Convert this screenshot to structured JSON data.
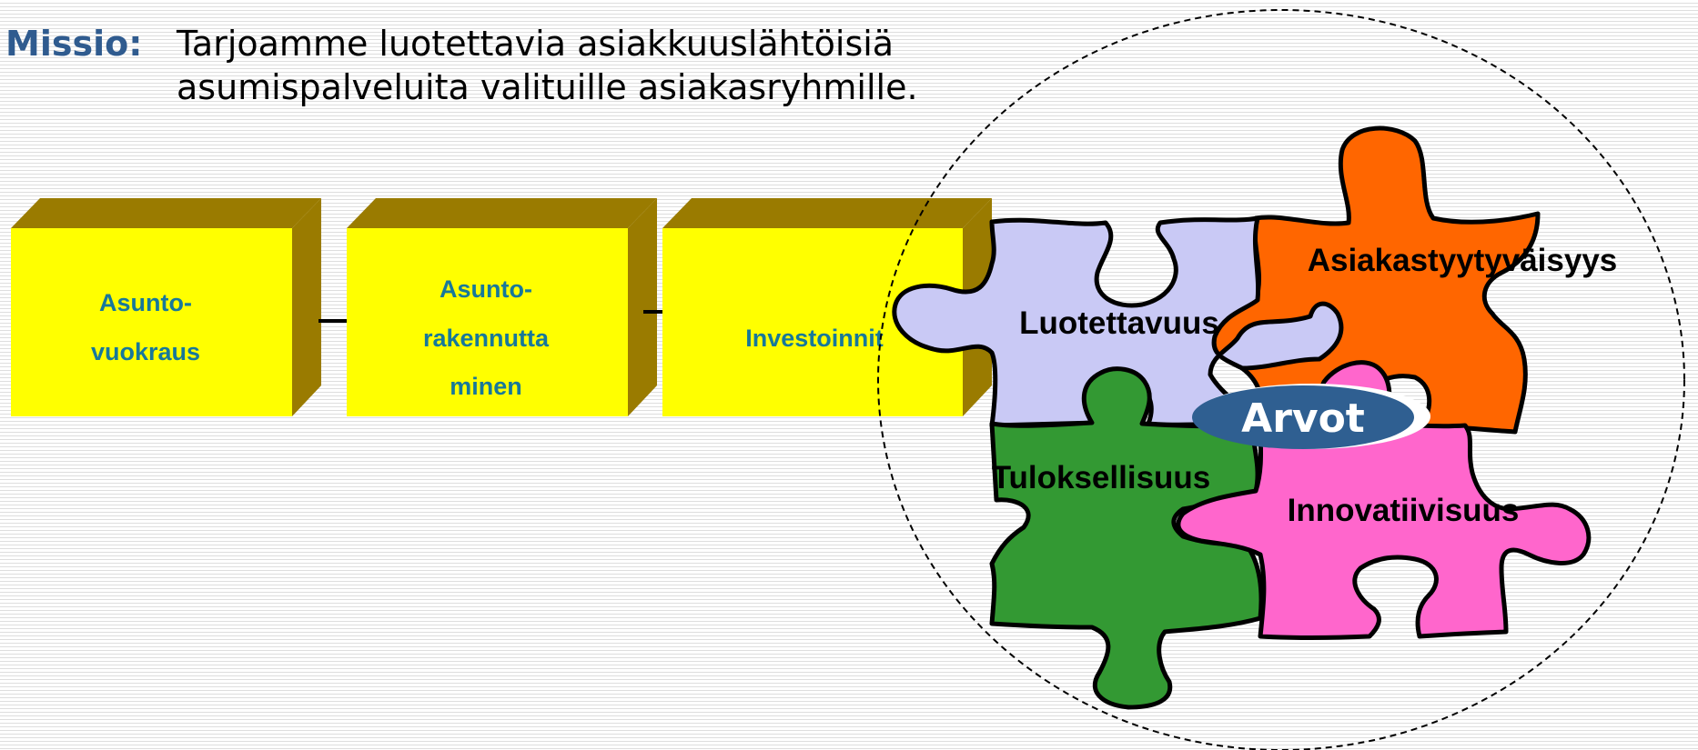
{
  "mission": {
    "label": "Missio:",
    "line1": "Tarjoamme luotettavia asiakkuuslähtöisiä",
    "line2": "asumispalveluita valituille asiakasryhmille."
  },
  "boxes": [
    {
      "line1": "Asunto-",
      "line2": "vuokraus"
    },
    {
      "line1": "Asunto-",
      "line2": "rakennutta",
      "line3": "minen"
    },
    {
      "line1": "Investoinnit"
    }
  ],
  "pieces": {
    "luotettavuus": "Luotettavuus",
    "asiakastyytyvaisyys": "Asiakastyytyväisyys",
    "tuloksellisuus": "Tuloksellisuus",
    "innovatiivisuus": "Innovatiivisuus"
  },
  "center_label": "Arvot",
  "colors": {
    "mission_label": "#2f5b8f",
    "box_face": "#ffff00",
    "box_side": "#9a7b00",
    "box_text": "#17789a",
    "luotettavuus": "#c9c9f5",
    "asiakastyytyvaisyys": "#ff6600",
    "tuloksellisuus": "#339933",
    "innovatiivisuus": "#ff66cc",
    "arvot": "#2f5f91"
  }
}
